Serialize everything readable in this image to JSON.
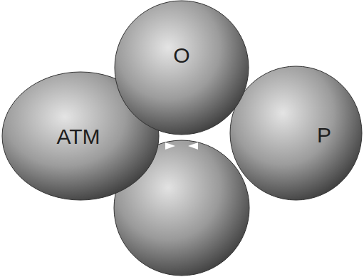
{
  "diagram": {
    "nodes": [
      {
        "text": [
          "O"
        ]
      },
      {
        "text": [
          "ATM"
        ]
      },
      {
        "text": [
          "P"
        ]
      }
    ]
  }
}
